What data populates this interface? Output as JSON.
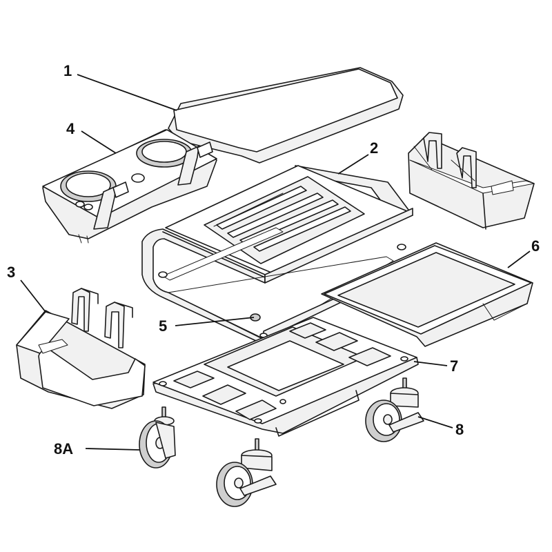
{
  "callouts": {
    "c1": "1",
    "c2": "2",
    "c3": "3",
    "c4": "4",
    "c5": "5",
    "c6": "6",
    "c7": "7",
    "c8": "8",
    "c8a": "8A"
  }
}
